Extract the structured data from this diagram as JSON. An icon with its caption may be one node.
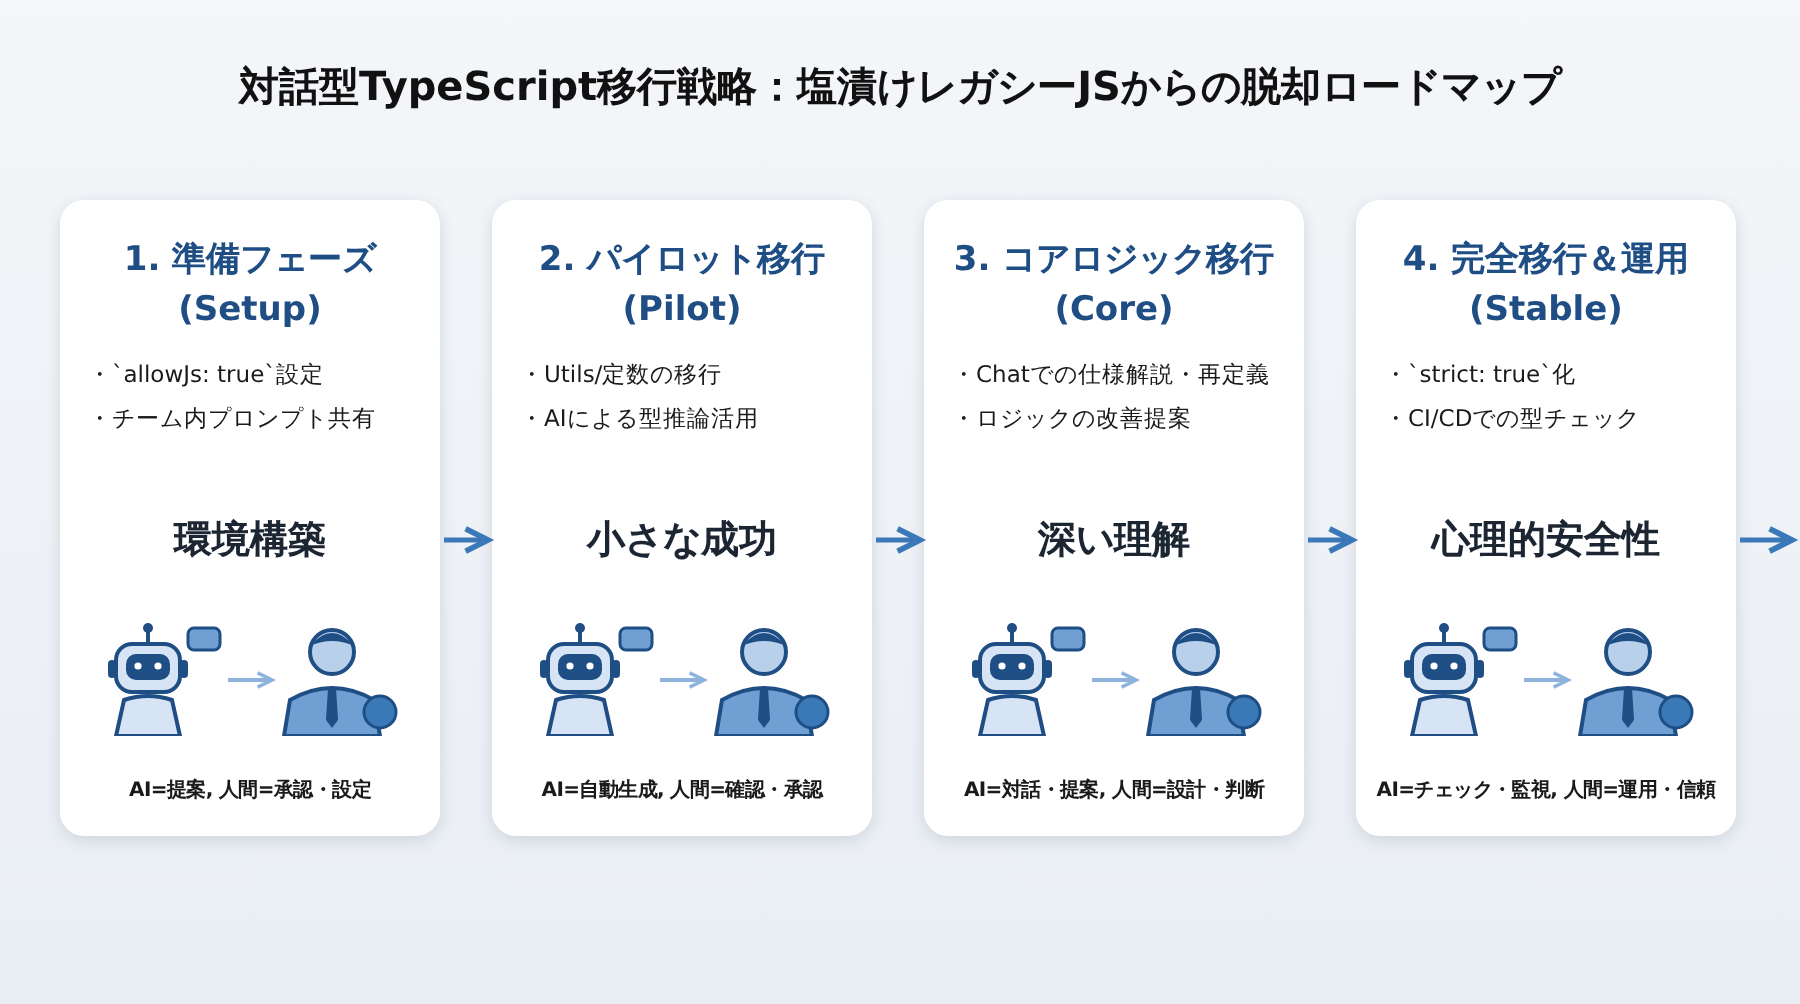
{
  "diagram": {
    "title": "対話型TypeScript移行戦略：塩漬けレガシーJSからの脱却ロードマップ",
    "nodes": [
      {
        "text": [
          "1. 準備フェーズ (Setup)",
          "・`allowJs: true`設定",
          "・チーム内プロンプト共有",
          "環境構築",
          "AI=提案, 人間=承認・設定"
        ]
      },
      {
        "text": [],
        "shape": "picture",
        "in": 0
      },
      {
        "text": [],
        "shape": "picture",
        "in": 0
      },
      {
        "text": [
          "2. パイロット移行 (Pilot)",
          "・Utils/定数の移行",
          "・AIによる型推論活用",
          "小さな成功",
          "AI=自動生成, 人間=確認・承認"
        ]
      },
      {
        "text": [],
        "shape": "picture",
        "in": 3
      },
      {
        "text": [],
        "shape": "picture",
        "in": 3
      },
      {
        "text": [
          "3. コアロジック移行 (Core)",
          "・Chatでの仕様解説・再定義",
          "・ロジックの改善提案",
          "深い理解",
          "AI=対話・提案, 人間=設計・判断"
        ]
      },
      {
        "text": [],
        "shape": "picture",
        "in": 6
      },
      {
        "text": [],
        "shape": "picture",
        "in": 6
      },
      {
        "text": [
          "4. 完全移行＆運用 (Stable)",
          "・`strict: true`化",
          "・CI/CDでの型チェック",
          "心理的安全性",
          "AI=チェック・監視, 人間=運用・信頼"
        ]
      },
      {
        "text": [],
        "shape": "picture",
        "in": 9
      },
      {
        "text": [],
        "shape": "picture",
        "in": 9
      }
    ],
    "edges": [
      {
        "from": 1,
        "to": 2,
        "arrow": "to",
        "color": "#8fb3dc"
      },
      {
        "from": 0,
        "to": 3,
        "arrow": "to"
      },
      {
        "from": 4,
        "to": 5,
        "arrow": "to",
        "color": "#8fb3dc"
      },
      {
        "from": 3,
        "to": 6,
        "arrow": "to"
      },
      {
        "from": 7,
        "to": 8,
        "arrow": "to",
        "color": "#8fb3dc"
      },
      {
        "from": 6,
        "to": 9,
        "arrow": "to"
      },
      {
        "from": 10,
        "to": 11,
        "arrow": "to",
        "color": "#8fb3dc"
      },
      {
        "from": 9,
        "to": null,
        "arrow": "to"
      }
    ]
  }
}
